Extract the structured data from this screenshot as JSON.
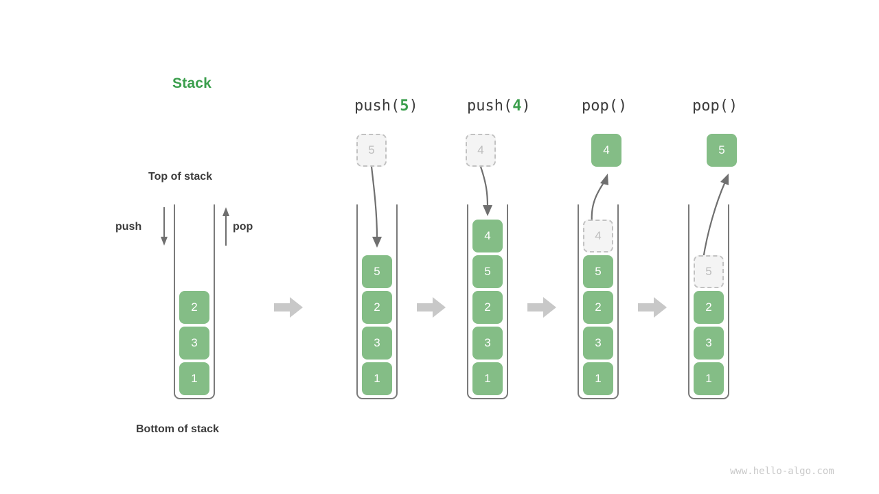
{
  "title": "Stack",
  "labels": {
    "top_of_stack": "Top of stack",
    "bottom_of_stack": "Bottom of stack",
    "push": "push",
    "pop": "pop"
  },
  "colors": {
    "title_green": "#3a9e4c",
    "cell_green": "#84bd86",
    "ghost_fill": "#f4f4f4",
    "ghost_border": "#c2c2c2",
    "ghost_text": "#bdbdbd",
    "tube_stroke": "#7a7a7a",
    "arrow_grey": "#6f6f6f",
    "block_arrow_grey": "#c8c8c8",
    "text_dark": "#3c3c3c",
    "watermark_grey": "#c9c9c9",
    "background": "#ffffff"
  },
  "initial_stack": {
    "name": "initial-stack",
    "values": [
      "2",
      "3",
      "1"
    ]
  },
  "steps": [
    {
      "id": "push-5",
      "op_prefix": "push(",
      "op_arg": "5",
      "op_suffix": ")",
      "floating_value": "5",
      "floating_state": "ghost",
      "flow": "down",
      "stack_values": [
        "5",
        "2",
        "3",
        "1"
      ],
      "ghost_index": -1
    },
    {
      "id": "push-4",
      "op_prefix": "push(",
      "op_arg": "4",
      "op_suffix": ")",
      "floating_value": "4",
      "floating_state": "ghost",
      "flow": "down",
      "stack_values": [
        "4",
        "5",
        "2",
        "3",
        "1"
      ],
      "ghost_index": -1
    },
    {
      "id": "pop-1",
      "op_prefix": "pop(",
      "op_arg": "",
      "op_suffix": ")",
      "floating_value": "4",
      "floating_state": "solid",
      "flow": "up",
      "stack_values": [
        "4",
        "5",
        "2",
        "3",
        "1"
      ],
      "ghost_index": 0
    },
    {
      "id": "pop-2",
      "op_prefix": "pop(",
      "op_arg": "",
      "op_suffix": ")",
      "floating_value": "5",
      "floating_state": "solid",
      "flow": "up",
      "stack_values": [
        "5",
        "2",
        "3",
        "1"
      ],
      "ghost_index": 0
    }
  ],
  "separators": [
    "step-arrow-1",
    "step-arrow-2",
    "step-arrow-3",
    "step-arrow-4"
  ],
  "watermark": "www.hello-algo.com"
}
